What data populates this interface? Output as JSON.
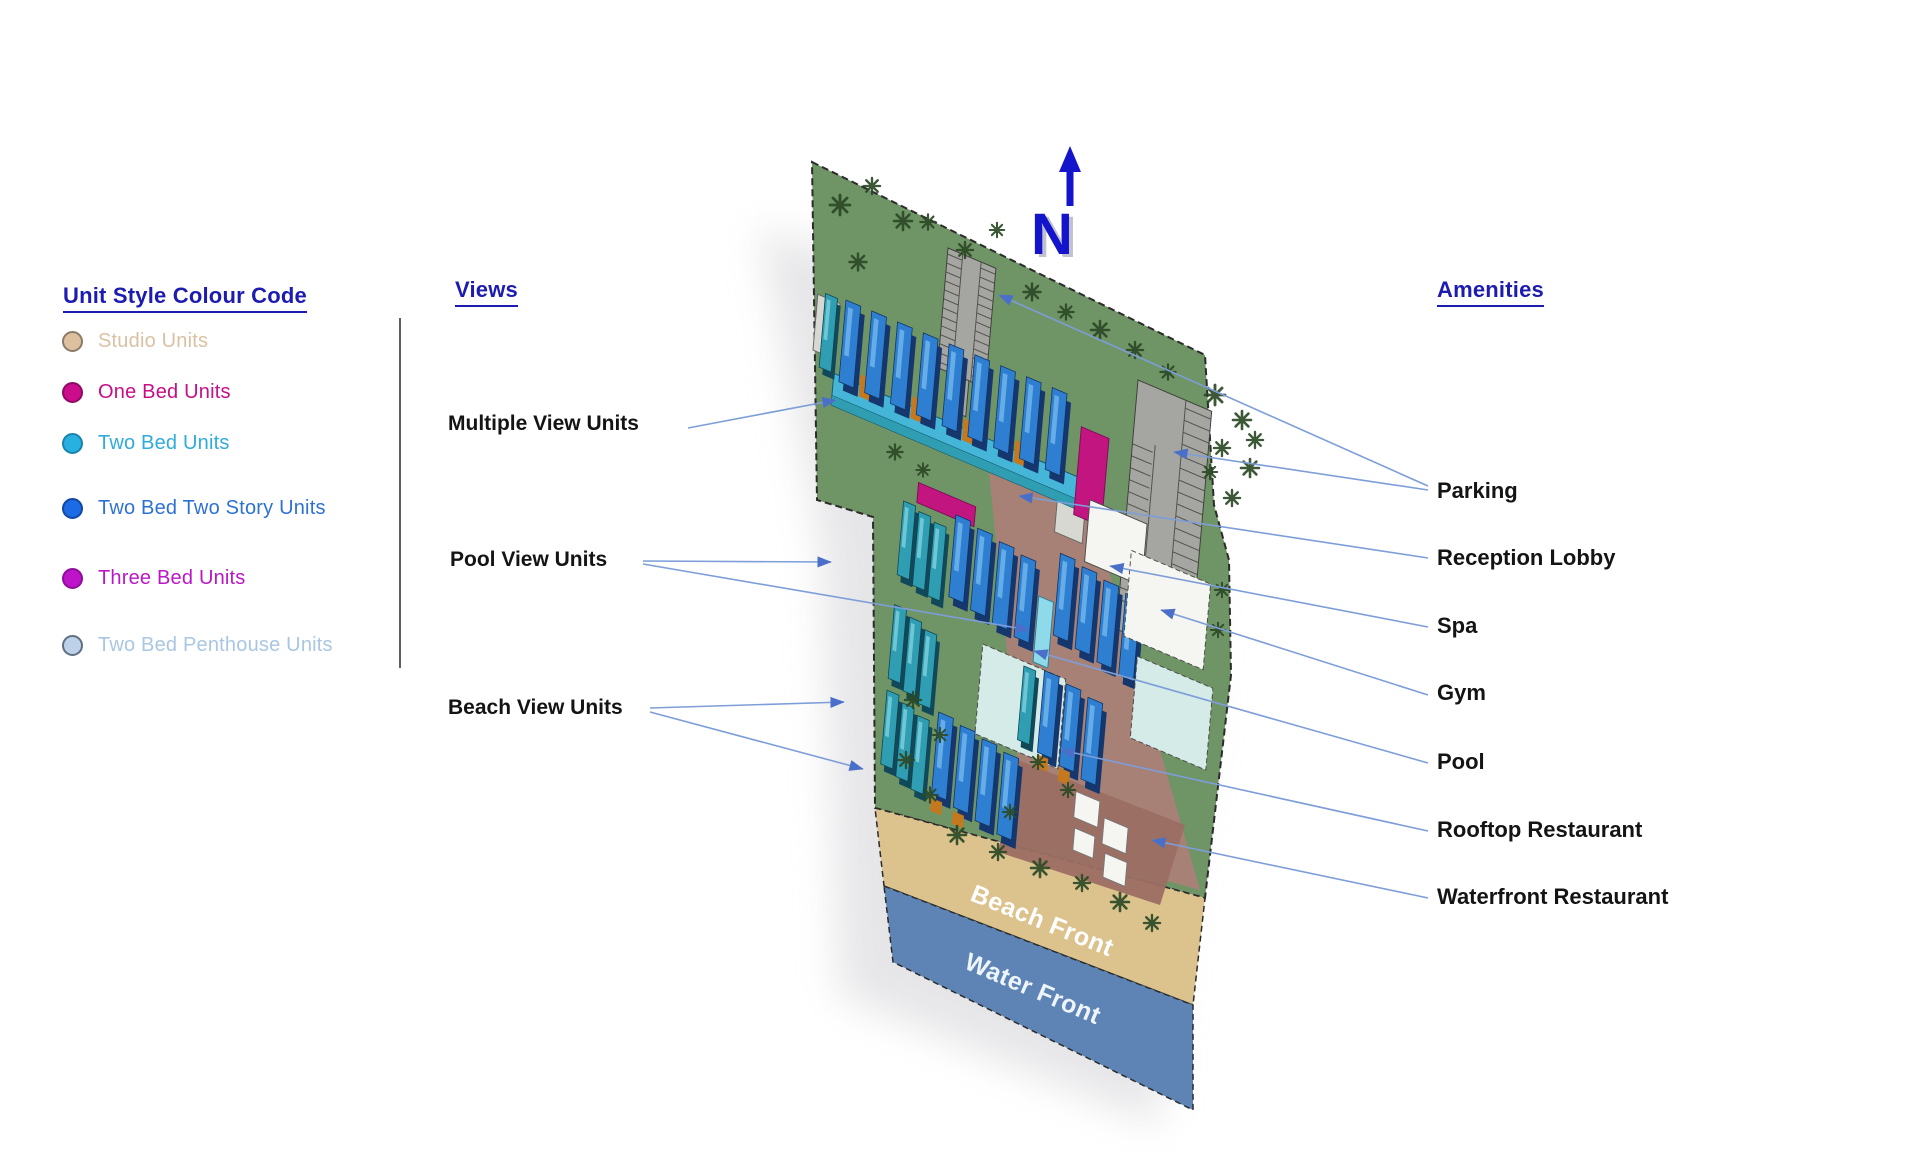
{
  "palette": {
    "header": "#1c1cb0",
    "label": "#141414",
    "divider": "#5f5f5f",
    "land": "#6f9466",
    "beach": "#dcc28d",
    "water": "#5d84b4",
    "path": "#ab8077",
    "terrace": "#9b6e63",
    "parking": "#a5a5a1",
    "parking_line": "#504f48",
    "tree": "#2c4a26",
    "bldg_blue": "#2e7ed2",
    "bldg_blue_light": "#74b9ec",
    "bldg_navy": "#16376e",
    "bldg_teal": "#2f9db2",
    "bldg_cyan": "#45b6d8",
    "bldg_orange": "#c5791f",
    "bldg_magenta": "#c21580",
    "roof_mint": "#d5ebe7",
    "roof_white": "#f5f5f1",
    "pool": "#8ed9ea",
    "gray_bldg": "#d8d8d2",
    "arrow": "#7d9ed8",
    "arrow_head": "#4a6fc8",
    "north": "#1414cc"
  },
  "legend": {
    "title": "Unit Style Colour Code",
    "items": [
      {
        "label": "Studio Units",
        "color": "#d9c2a4",
        "dot": "#ddc19e",
        "ring": "#8a7b69"
      },
      {
        "label": "One Bed Units",
        "color": "#c60e88",
        "dot": "#cb0c8c",
        "ring": "#8f0a63"
      },
      {
        "label": "Two Bed Units",
        "color": "#2fabdc",
        "dot": "#27b0e0",
        "ring": "#1a84ab"
      },
      {
        "label": "Two Bed Two Story Units",
        "color": "#2e71d4",
        "dot": "#1c6be4",
        "ring": "#1247a2"
      },
      {
        "label": "Three Bed Units",
        "color": "#ba17c5",
        "dot": "#bd14ca",
        "ring": "#8d0e97"
      },
      {
        "label": "Two Bed Penthouse Units",
        "color": "#a9c6e3",
        "dot": "#bdd2e8",
        "ring": "#5f7082"
      }
    ]
  },
  "views": {
    "title": "Views",
    "items": [
      {
        "label": "Multiple View Units"
      },
      {
        "label": "Pool View Units"
      },
      {
        "label": "Beach View Units"
      }
    ]
  },
  "amenities": {
    "title": "Amenities",
    "items": [
      {
        "label": "Parking"
      },
      {
        "label": "Reception Lobby"
      },
      {
        "label": "Spa"
      },
      {
        "label": "Gym"
      },
      {
        "label": "Pool"
      },
      {
        "label": "Rooftop Restaurant"
      },
      {
        "label": "Waterfront Restaurant"
      }
    ]
  },
  "map": {
    "north_label": "N",
    "beach_label": "Beach Front",
    "water_label": "Water Front"
  }
}
